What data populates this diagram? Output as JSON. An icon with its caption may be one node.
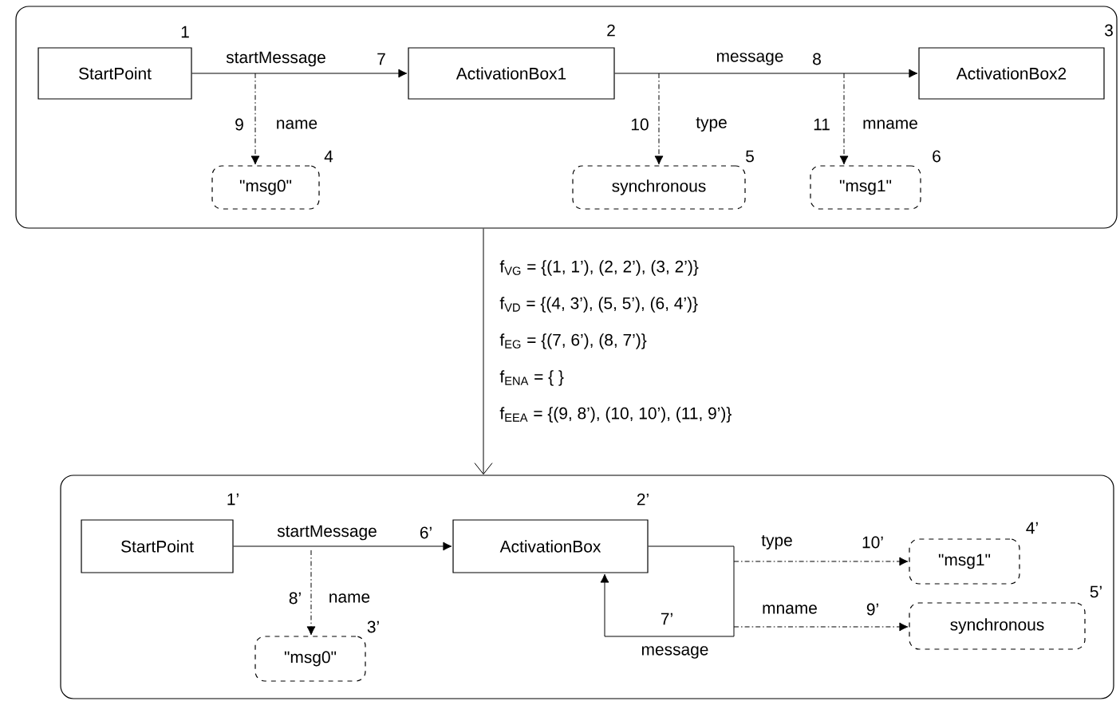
{
  "diagram": {
    "nodes": [
      {
        "text": [],
        "shape": "box"
      },
      {
        "text": [
          "StartPoint"
        ],
        "in": 0,
        "beside": [
          "1"
        ]
      },
      {
        "text": [
          "ActivationBox1"
        ],
        "in": 0,
        "beside": [
          "2"
        ]
      },
      {
        "text": [
          "ActivationBox2"
        ],
        "in": 0,
        "beside": [
          "3"
        ]
      },
      {
        "text": [
          "\"msg0\""
        ],
        "in": 0,
        "beside": [
          "4"
        ]
      },
      {
        "text": [
          "synchronous"
        ],
        "in": 0,
        "beside": [
          "5"
        ]
      },
      {
        "text": [
          "\"msg1\""
        ],
        "in": 0,
        "beside": [
          "6"
        ]
      },
      {
        "text": [],
        "shape": "box"
      },
      {
        "text": [
          "StartPoint"
        ],
        "in": 7,
        "beside": [
          "1’"
        ]
      },
      {
        "text": [
          "ActivationBox"
        ],
        "in": 7,
        "beside": [
          "2’"
        ]
      },
      {
        "text": [
          "\"msg0\""
        ],
        "in": 7,
        "beside": [
          "3’"
        ]
      },
      {
        "text": [
          "\"msg1\""
        ],
        "in": 7,
        "beside": [
          "4’"
        ]
      },
      {
        "text": [
          "synchronous"
        ],
        "in": 7,
        "beside": [
          "5’"
        ]
      }
    ],
    "edges": [
      {
        "from": 1,
        "to": 2,
        "arrow": "to",
        "label": "startMessage"
      },
      {
        "from": 2,
        "to": 3,
        "arrow": "to",
        "label": "message"
      },
      {
        "from": null,
        "to": 4,
        "arrow": "to",
        "label": "name",
        "style": "dashed"
      },
      {
        "from": null,
        "to": 5,
        "arrow": "to",
        "label": "type",
        "style": "dashed"
      },
      {
        "from": null,
        "to": 6,
        "arrow": "to",
        "label": "mname",
        "style": "dashed"
      },
      {
        "from": 0,
        "to": 7,
        "arrow": "to"
      },
      {
        "from": 8,
        "to": 9,
        "arrow": "to",
        "label": "startMessage"
      },
      {
        "from": 9,
        "to": 9,
        "arrow": "to",
        "label": "message"
      },
      {
        "from": null,
        "to": 11,
        "arrow": "to",
        "label": "type",
        "style": "dashed"
      },
      {
        "from": null,
        "to": 12,
        "arrow": "to",
        "label": "mname",
        "style": "dashed"
      },
      {
        "from": null,
        "to": 10,
        "arrow": "to",
        "label": "name",
        "style": "dashed"
      }
    ],
    "labels": [
      "7",
      "8",
      "9",
      "10",
      "11",
      "6’",
      "7’",
      "8’",
      "10’",
      "9’",
      "f$_{VG}$ = {(1, 1’), (2, 2’), (3, 2’)}",
      "f$_{VD}$ = {(4, 3’), (5, 5’), (6, 4’)}",
      "f$_{EG}$ = {(7, 6’), (8, 7’)}",
      "f$_{ENA}$ = { }",
      "f$_{EEA}$ = {(9, 8’), (10, 10’), (11, 9’)}"
    ]
  }
}
